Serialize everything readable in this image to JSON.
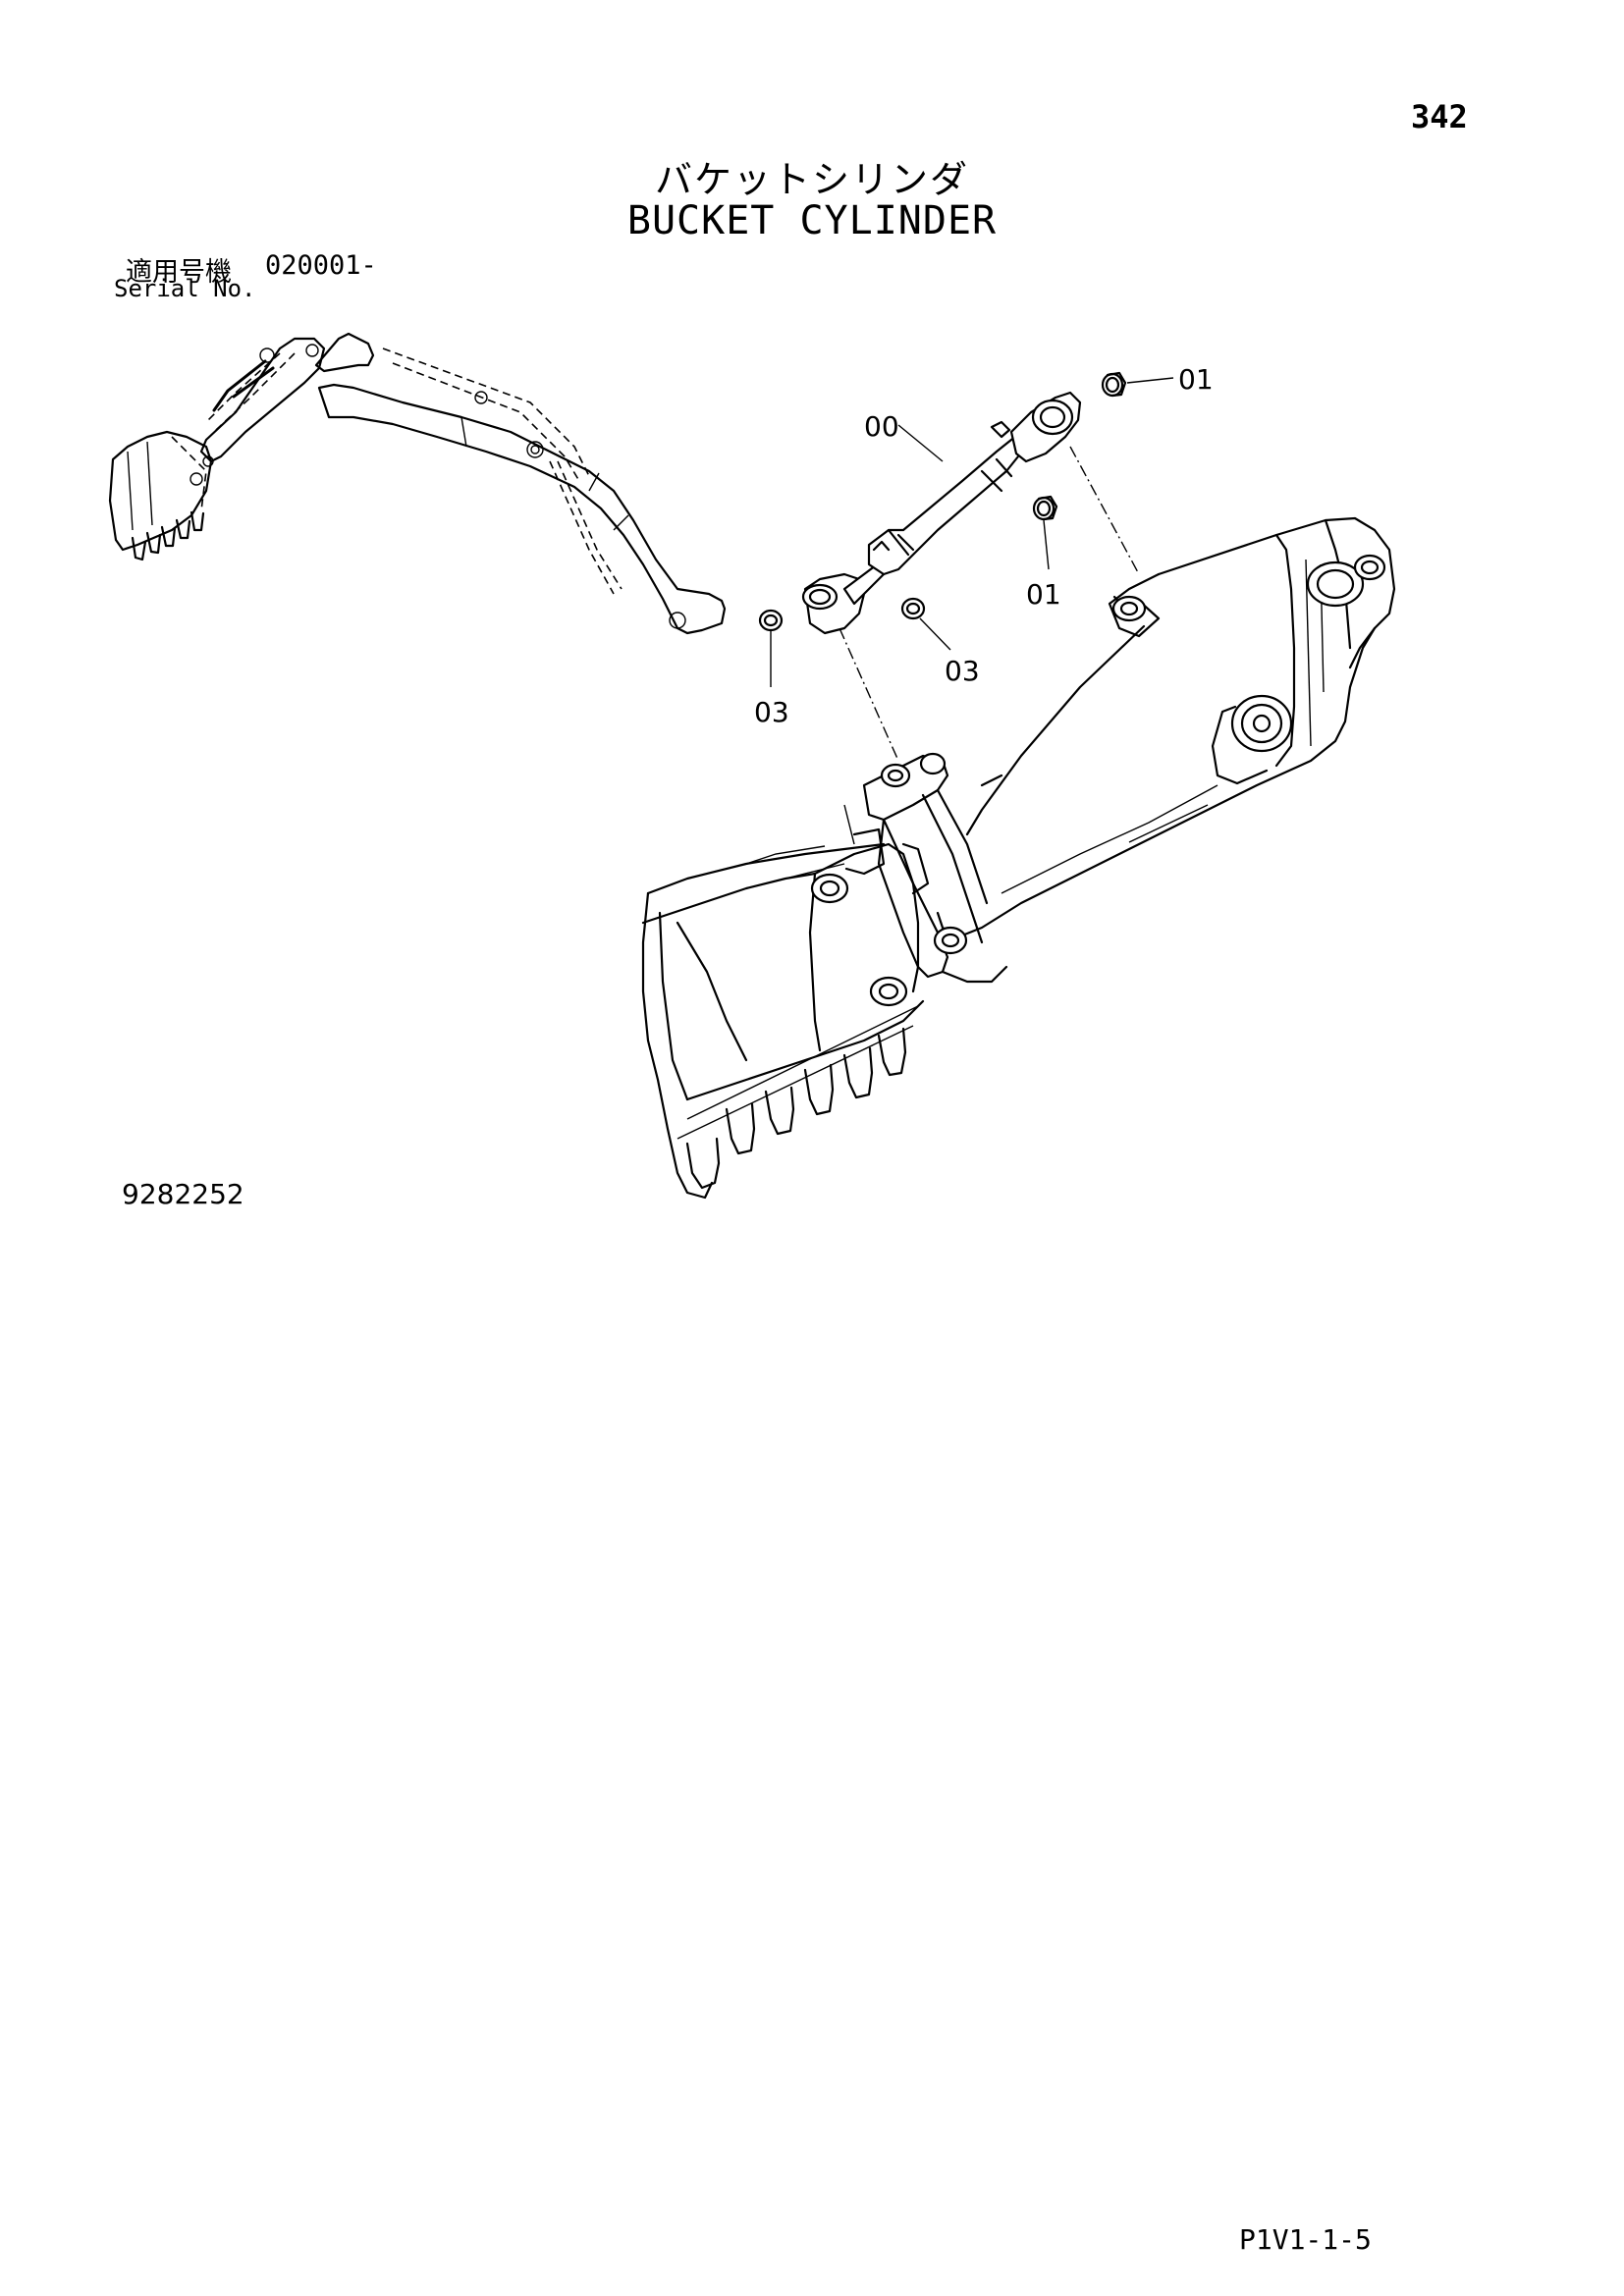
{
  "page": {
    "number": "342",
    "title_ja": "バケットシリンダ",
    "title_en": "BUCKET CYLINDER",
    "serial_label_ja": "適用号機",
    "serial_range": "020001-",
    "serial_label_en": "Serial No.",
    "drawing_number": "9282252",
    "footer_code": "P1V1-1-5"
  },
  "callouts": [
    {
      "id": "c01a",
      "label": "01"
    },
    {
      "id": "c00",
      "label": "00"
    },
    {
      "id": "c01b",
      "label": "01"
    },
    {
      "id": "c03a",
      "label": "03"
    },
    {
      "id": "c03b",
      "label": "03"
    }
  ],
  "colors": {
    "line": "#000000",
    "background": "#ffffff"
  }
}
